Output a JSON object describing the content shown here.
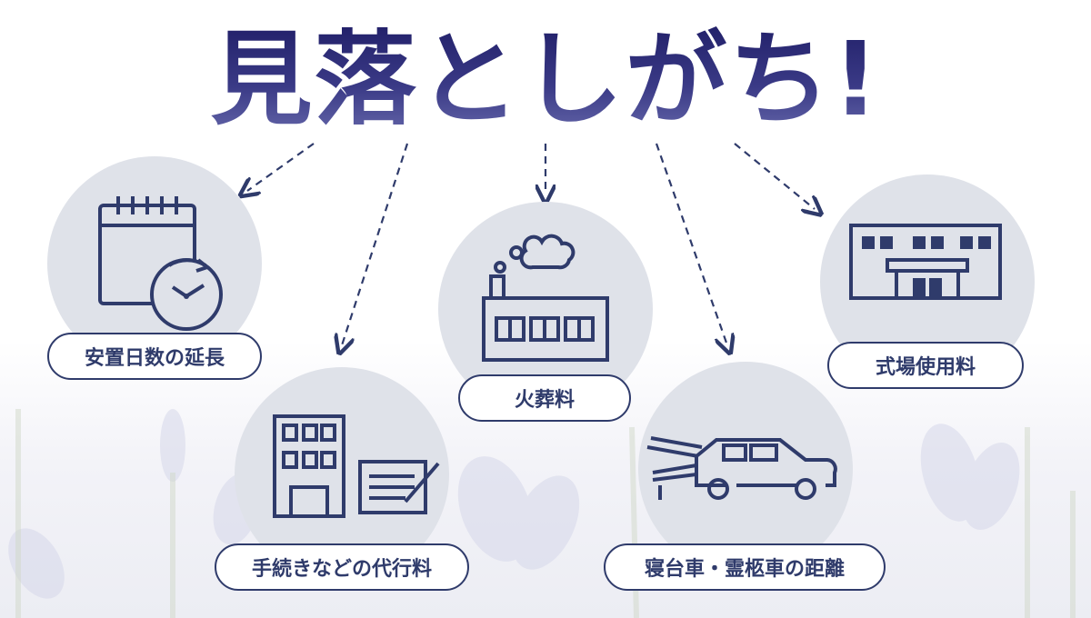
{
  "title": "見落としがち!",
  "colors": {
    "accent": "#2f3b6b",
    "title_dark": "#1f1d66",
    "circle": "#dfe2e9"
  },
  "items": [
    {
      "label": "安置日数の延長",
      "icon": "calendar-clock-icon"
    },
    {
      "label": "手続きなどの代行料",
      "icon": "building-document-icon"
    },
    {
      "label": "火葬料",
      "icon": "crematorium-factory-icon"
    },
    {
      "label": "寝台車・霊柩車の距離",
      "icon": "hearse-car-icon"
    },
    {
      "label": "式場使用料",
      "icon": "funeral-hall-icon"
    }
  ]
}
